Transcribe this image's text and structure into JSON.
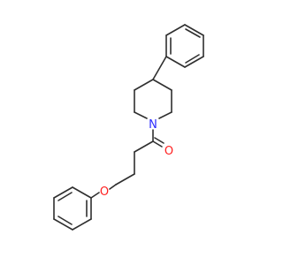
{
  "molecule": {
    "atoms": [
      {
        "id": "N",
        "label": "N",
        "color": "#2b2bff"
      },
      {
        "id": "O_carbonyl",
        "label": "O",
        "color": "#ff2020"
      },
      {
        "id": "O_ether",
        "label": "O",
        "color": "#ff2020"
      }
    ],
    "bond_color": "#2f2f2f"
  }
}
